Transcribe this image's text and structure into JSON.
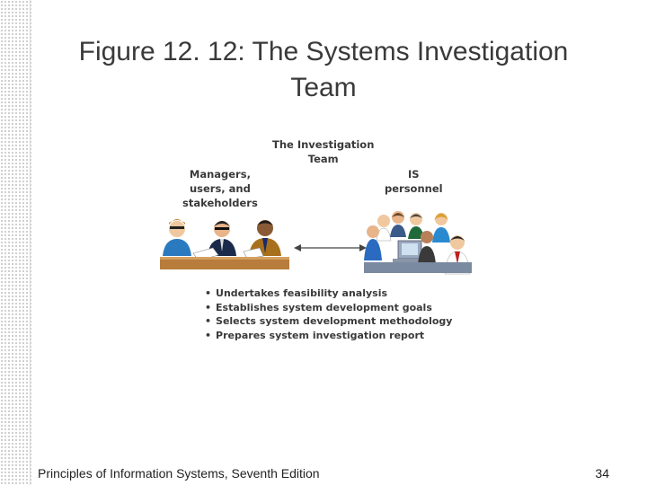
{
  "slide": {
    "title_line1": "Figure 12. 12: The Systems Investigation",
    "title_line2": "Team"
  },
  "figure": {
    "heading_line1": "The Investigation",
    "heading_line2": "Team",
    "left_group_line1": "Managers,",
    "left_group_line2": "users, and",
    "left_group_line3": "stakeholders",
    "right_group_line1": "IS",
    "right_group_line2": "personnel",
    "bullets": [
      "Undertakes feasibility analysis",
      "Establishes system development goals",
      "Selects system development methodology",
      "Prepares system investigation report"
    ]
  },
  "footer": {
    "source": "Principles of Information Systems, Seventh Edition",
    "page_number": "34"
  }
}
